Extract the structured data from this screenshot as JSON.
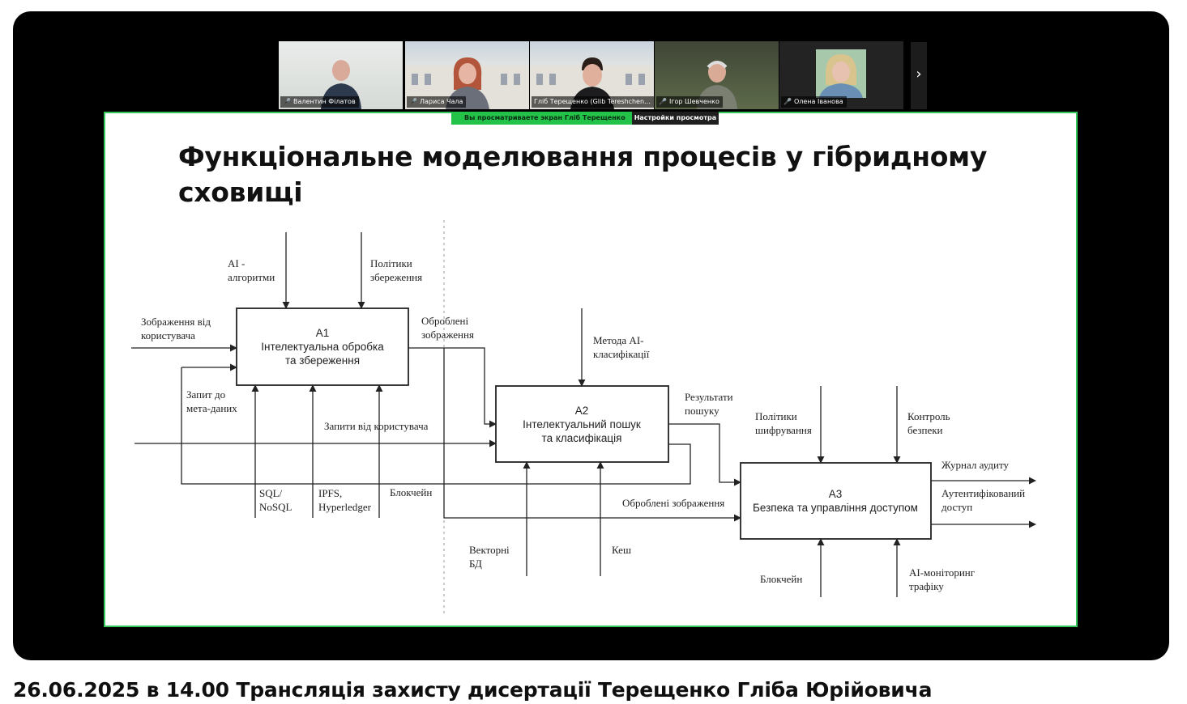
{
  "participants": [
    {
      "name": "Валентин Філатов"
    },
    {
      "name": "Лариса Чала"
    },
    {
      "name": "Гліб Терещенко (Glib Tereshchenk..."
    },
    {
      "name": "Ігор Шевченко"
    },
    {
      "name": "Олена Іванова"
    }
  ],
  "share_bar": {
    "notice": "Вы просматриваете экран  Гліб Терещенко",
    "options": "Настройки просмотра"
  },
  "slide": {
    "title_line1": "Функціональне моделювання процесів у гібридному",
    "title_line2": "сховищі"
  },
  "diagram": {
    "blocks": {
      "a1": {
        "id": "A1",
        "line1": "Інтелектуальна обробка",
        "line2": "та збереження"
      },
      "a2": {
        "id": "A2",
        "line1": "Інтелектуальний пошук",
        "line2": "та класифікація"
      },
      "a3": {
        "id": "A3",
        "line1": "Безпека та управління доступом"
      }
    },
    "labels": {
      "ai_alg_1": "AI -",
      "ai_alg_2": "алгоритми",
      "pol_save_1": "Політики",
      "pol_save_2": "збереження",
      "img_user_1": "Зображення від",
      "img_user_2": "користувача",
      "meta_req_1": "Запит до",
      "meta_req_2": "мета-даних",
      "processed_1": "Оброблені",
      "processed_2": "зображення",
      "methods_1": "Метода AI-",
      "methods_2": "класифікації",
      "user_queries": "Запити від користувача",
      "sql_1": "SQL/",
      "sql_2": "NoSQL",
      "ipfs_1": "IPFS,",
      "ipfs_2": "Hyperledger",
      "blockchain_a1": "Блокчейн",
      "results_1": "Результати",
      "results_2": "пошуку",
      "processed_images": "Оброблені зображення",
      "vector_1": "Векторні",
      "vector_2": "БД",
      "cache": "Кеш",
      "enc_pol_1": "Політики",
      "enc_pol_2": "шифрування",
      "sec_ctrl_1": "Контроль",
      "sec_ctrl_2": "безпеки",
      "audit_log": "Журнал аудиту",
      "auth_1": "Аутентифікований",
      "auth_2": "доступ",
      "blockchain_a3": "Блокчейн",
      "ai_mon_1": "AI-моніторинг",
      "ai_mon_2": "трафіку"
    }
  },
  "video_title": "26.06.2025 в 14.00 Трансляція захисту дисертації Терещенко Гліба Юрійовича"
}
